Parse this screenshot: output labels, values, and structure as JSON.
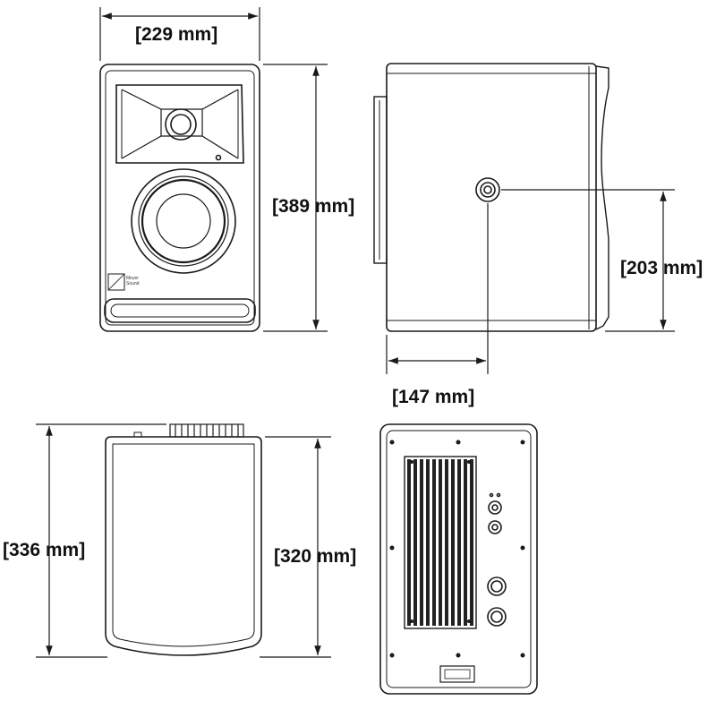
{
  "dimensions": {
    "front_width": "[229 mm]",
    "front_height": "[389 mm]",
    "side_mount_height": "[203 mm]",
    "side_mount_depth": "[147 mm]",
    "top_depth_total": "[336 mm]",
    "top_depth_body": "[320 mm]"
  },
  "logo": {
    "line1": "Meyer",
    "line2": "Sound"
  },
  "colors": {
    "line": "#1a1a1a",
    "background": "#ffffff",
    "heatsink": "#222222"
  }
}
